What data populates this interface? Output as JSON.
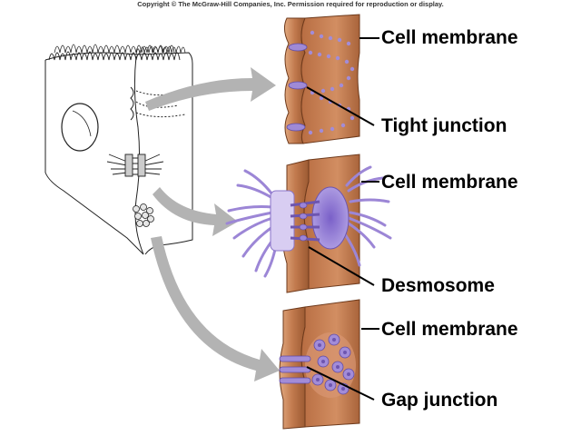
{
  "copyright": "Copyright © The McGraw-Hill Companies, Inc. Permission required for reproduction or display.",
  "labels": {
    "cell_membrane_top": "Cell membrane",
    "tight_junction": "Tight junction",
    "cell_membrane_middle": "Cell membrane",
    "desmosome": "Desmosome",
    "cell_membrane_bottom": "Cell membrane",
    "gap_junction": "Gap junction"
  },
  "colors": {
    "membrane_brown": "#c27a4e",
    "membrane_dark": "#8a4a26",
    "membrane_light": "#e0a77c",
    "junction_purple": "#a08ad6",
    "junction_dark": "#6d55b0",
    "arrow_gray": "#b3b3b3"
  }
}
